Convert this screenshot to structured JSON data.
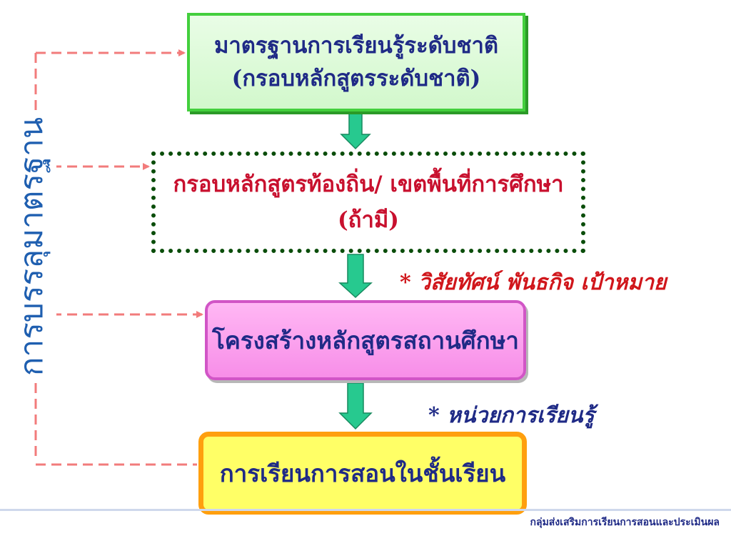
{
  "diagram": {
    "national_standard": {
      "line1": "มาตรฐานการเรียนรู้ระดับชาติ",
      "line2": "(กรอบหลักสูตรระดับชาติ)"
    },
    "local_framework": {
      "line1": "กรอบหลักสูตรท้องถิ่น/ เขตพื้นที่การศึกษา",
      "line2": "(ถ้ามี)"
    },
    "note_vision": "* วิสัยทัศน์ พันธกิจ เป้าหมาย",
    "school_curriculum": "โครงสร้างหลักสูตรสถานศึกษา",
    "note_units": "* หน่วยการเรียนรู้",
    "classroom": "การเรียนการสอนในชั้นเรียน",
    "side_label": "การบรรลุมาตรฐาน"
  },
  "footer": {
    "text": "กลุ่มส่งเสริมการเรียนการสอนและประเมินผล"
  },
  "colors": {
    "dashed_connector": "#f27b7b",
    "flow_arrow": "#27c98f",
    "national_border": "#43cf3d",
    "local_border": "#0a4d0a",
    "school_fill": "#f78ee8",
    "classroom_fill": "#ffff66",
    "classroom_border": "#ff9f0e"
  },
  "icons": {
    "flow_arrow": "arrow-down-icon",
    "connector_arrow": "arrow-right-icon"
  }
}
